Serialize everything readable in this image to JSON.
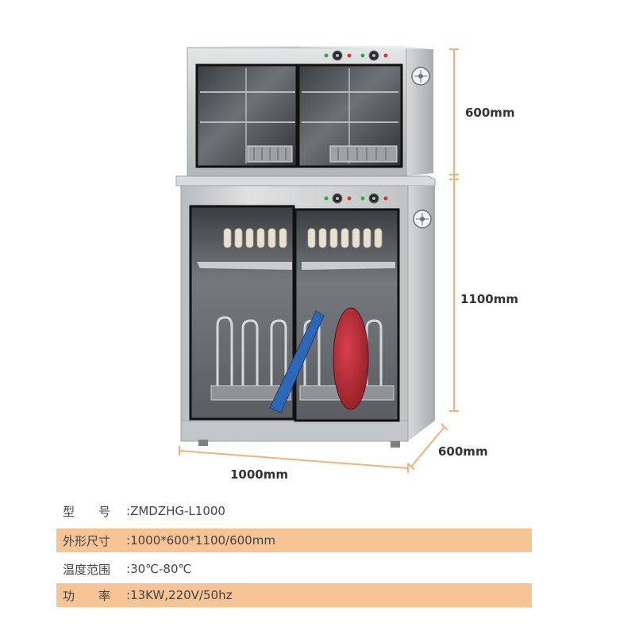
{
  "colors": {
    "accent": "#f6c495",
    "dimension_line": "#f2b07a",
    "text": "#444444",
    "steel": "#c9cbcc"
  },
  "dimensions": {
    "upper_height": "600mm",
    "lower_height": "1100mm",
    "depth": "600mm",
    "width": "1000mm"
  },
  "specs": [
    {
      "label": "型　　号",
      "value": "ZMDZHG-L1000",
      "highlight": false
    },
    {
      "label": "外形尺寸",
      "value": "1000*600*1100/600mm",
      "highlight": true
    },
    {
      "label": "温度范围",
      "value": "30℃-80℃",
      "highlight": false
    },
    {
      "label": "功　　率",
      "value": "13KW,220V/50hz",
      "highlight": true
    }
  ],
  "icons": {
    "fan": "fan-vent-icon",
    "dial": "control-dial-icon",
    "indicator": "indicator-light-icon"
  }
}
